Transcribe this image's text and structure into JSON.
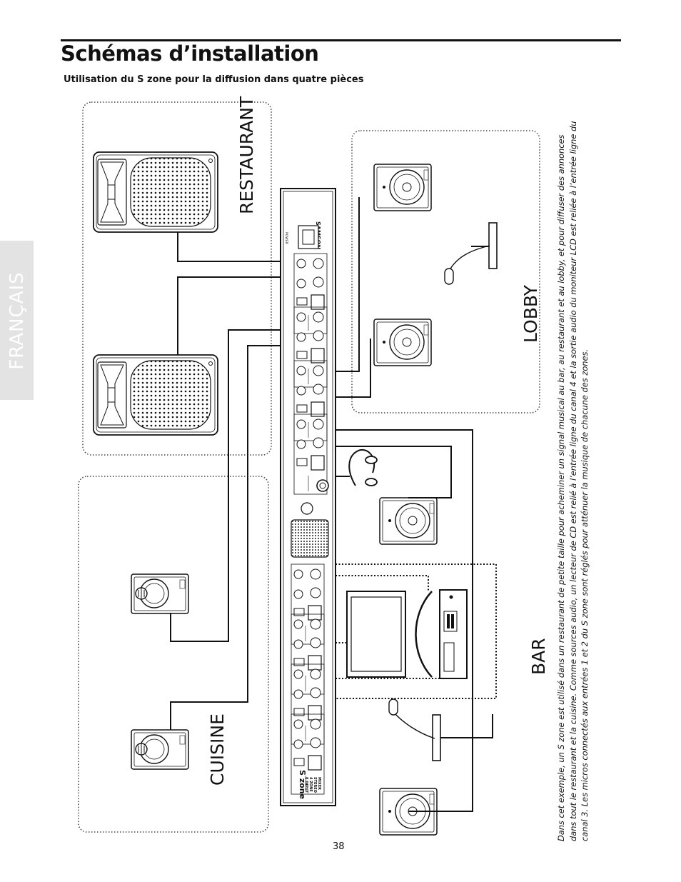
{
  "page": {
    "title": "Schémas d’installation",
    "subtitle": "Utilisation du S zone pour la diffusion dans quatre pièces",
    "language_tab": "FRANÇAIS",
    "page_number": "38",
    "caption": "Dans cet exemple, un S zone est utilisé dans un restaurant de petite taille pour acheminer un signal musical au bar, au restaurant et au lobby, et pour diffuser des annonces dans tout le restaurant et la cuisine. Comme sources audio, un lecteur de CD est relié à l’entrée ligne du canal 4 et la sortie audio du moniteur LCD est reliée à l’entrée ligne du canal 3. Les micros connectés aux entrées 1 et 2 du S zone sont réglés pour atténuer la musique de chacune des zones."
  },
  "diagram": {
    "zones": {
      "restaurant": "RESTAURANT",
      "lobby": "LOBBY",
      "cuisine": "CUISINE",
      "bar": "BAR"
    },
    "mixer": {
      "brand": "SAMSON",
      "power_label": "POWER",
      "logo": "S zone",
      "model_lines": [
        "8 INPUT",
        "4 ZONE",
        "STEREO",
        "MIXER"
      ]
    },
    "colors": {
      "ink": "#111111",
      "zone_border": "#555555",
      "tab": "#e3e3e3"
    }
  }
}
